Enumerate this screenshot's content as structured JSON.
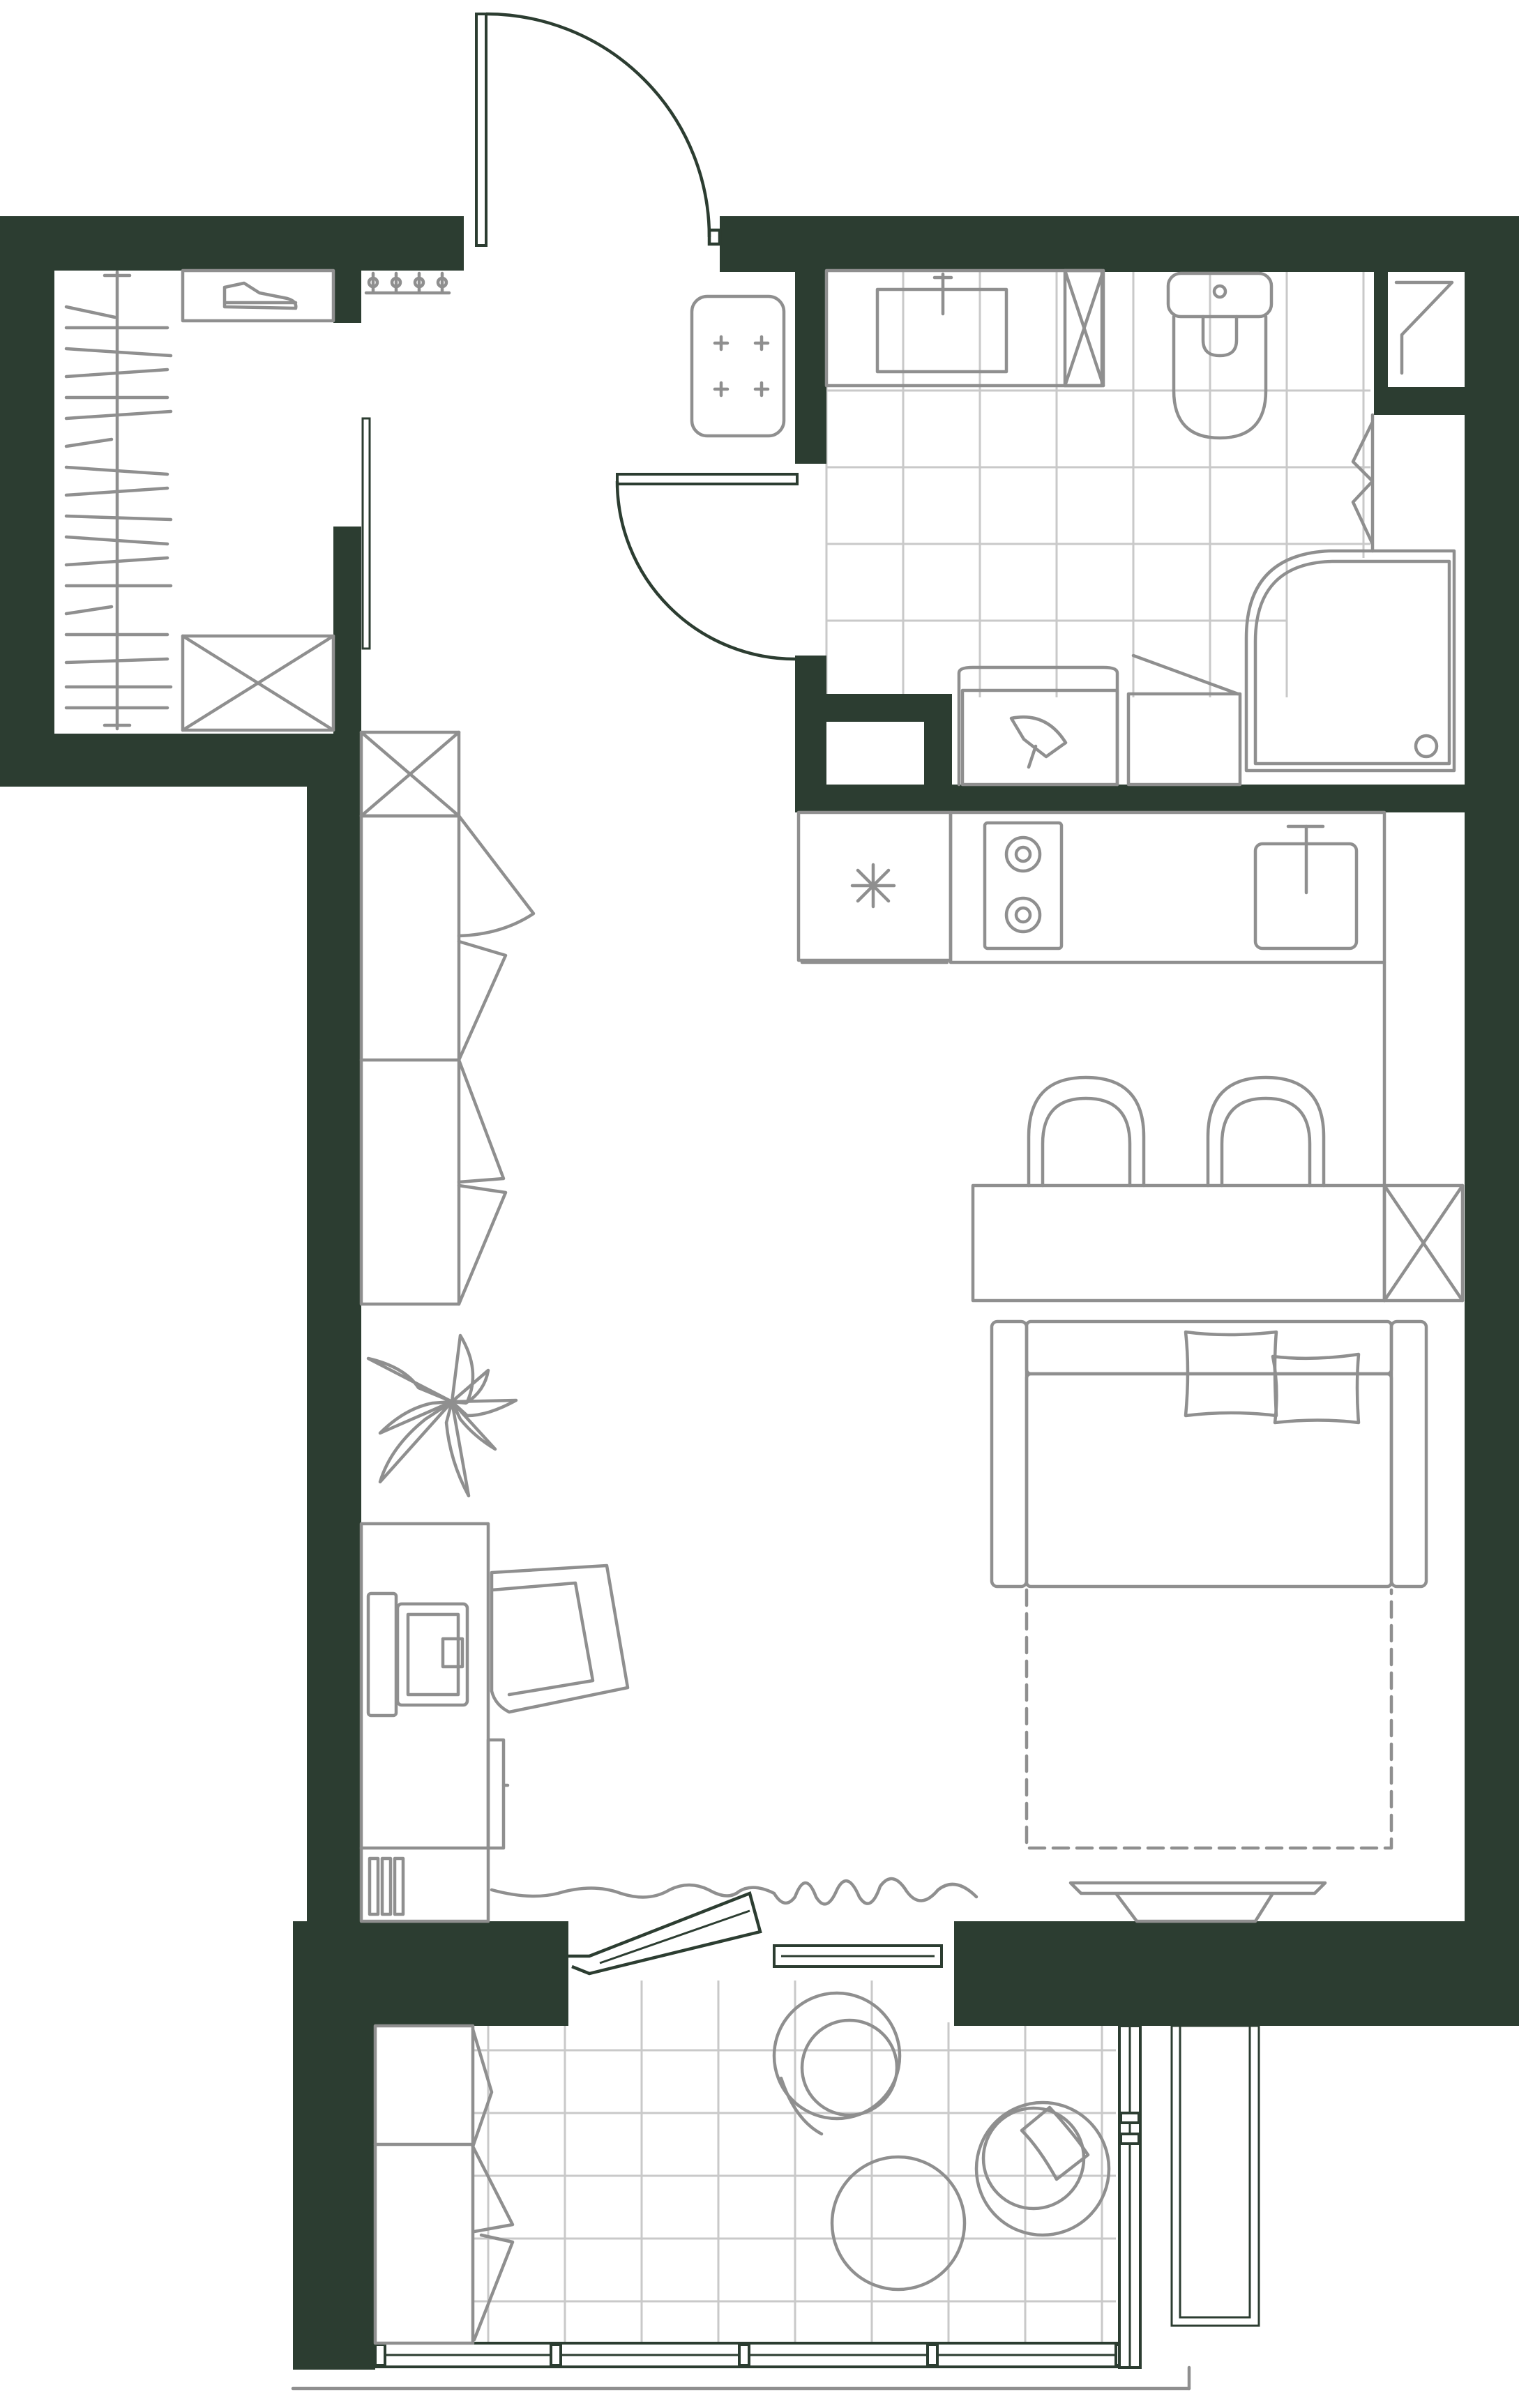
{
  "colors": {
    "wall": "#2c3d31",
    "furniture": "#8f8f8f",
    "tile_grid": "#c9c9c9",
    "door_window": "#2c3d31",
    "background": "#ffffff"
  },
  "rooms": [
    {
      "name": "wardrobe",
      "icon": "hanger-rail-icon"
    },
    {
      "name": "hallway",
      "icon": "shoe-icon"
    },
    {
      "name": "bathroom",
      "icon": "toilet-icon"
    },
    {
      "name": "kitchen-living",
      "icon": "stove-icon"
    },
    {
      "name": "balcony",
      "icon": "armchair-icon"
    }
  ],
  "icons": [
    "shoe-icon",
    "hanger-rail-icon",
    "stove-icon",
    "sink-icon",
    "toilet-icon",
    "shower-icon",
    "washing-machine-icon",
    "fridge-icon",
    "chair-icon",
    "sofa-icon",
    "pillow-icon",
    "plant-icon",
    "desk-icon",
    "monitor-icon",
    "radiator-icon",
    "curtain-icon",
    "armchair-icon",
    "round-table-icon",
    "door-icon",
    "window-icon"
  ]
}
